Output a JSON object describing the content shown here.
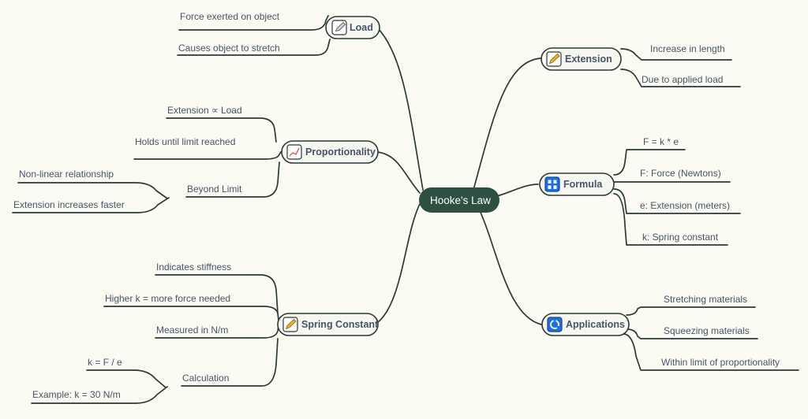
{
  "canvas": {
    "background": "#fbfbf3",
    "edge_color": "#2b3a38",
    "text_color": "#4a5468"
  },
  "root": {
    "label": "Hooke's Law",
    "fill": "#2d5042",
    "text_color": "#ffffff"
  },
  "branches": [
    {
      "id": "load",
      "label": "Load",
      "icon": "pencil-icon",
      "icon_color": "#c8c8c8",
      "side": "left",
      "children": [
        {
          "label": "Force exerted on object"
        },
        {
          "label": "Causes object to stretch"
        }
      ]
    },
    {
      "id": "proportionality",
      "label": "Proportionality",
      "icon": "line-chart-icon",
      "icon_color": "#e0614a",
      "side": "left",
      "children": [
        {
          "label": "Extension ∝ Load"
        },
        {
          "label": "Holds until limit reached"
        },
        {
          "label": "Beyond Limit",
          "children": [
            {
              "label": "Non-linear relationship"
            },
            {
              "label": "Extension increases faster"
            }
          ]
        }
      ]
    },
    {
      "id": "spring-constant",
      "label": "Spring Constant",
      "icon": "pencil-icon",
      "icon_color": "#f0b429",
      "side": "left",
      "children": [
        {
          "label": "Indicates stiffness"
        },
        {
          "label": "Higher k = more force needed"
        },
        {
          "label": "Measured in N/m"
        },
        {
          "label": "Calculation",
          "children": [
            {
              "label": "k = F / e"
            },
            {
              "label": "Example: k = 30 N/m"
            }
          ]
        }
      ]
    },
    {
      "id": "extension",
      "label": "Extension",
      "icon": "pencil-icon",
      "icon_color": "#f0b429",
      "side": "right",
      "children": [
        {
          "label": "Increase in length"
        },
        {
          "label": "Due to applied load"
        }
      ]
    },
    {
      "id": "formula",
      "label": "Formula",
      "icon": "grid-icon",
      "icon_color": "#1f6fe0",
      "side": "right",
      "children": [
        {
          "label": "F = k * e"
        },
        {
          "label": "F: Force (Newtons)"
        },
        {
          "label": "e: Extension (meters)"
        },
        {
          "label": "k: Spring constant"
        }
      ]
    },
    {
      "id": "applications",
      "label": "Applications",
      "icon": "sync-circle-icon",
      "icon_color": "#1f6fe0",
      "side": "right",
      "children": [
        {
          "label": "Stretching materials"
        },
        {
          "label": "Squeezing materials"
        },
        {
          "label": "Within limit of proportionality"
        }
      ]
    }
  ]
}
